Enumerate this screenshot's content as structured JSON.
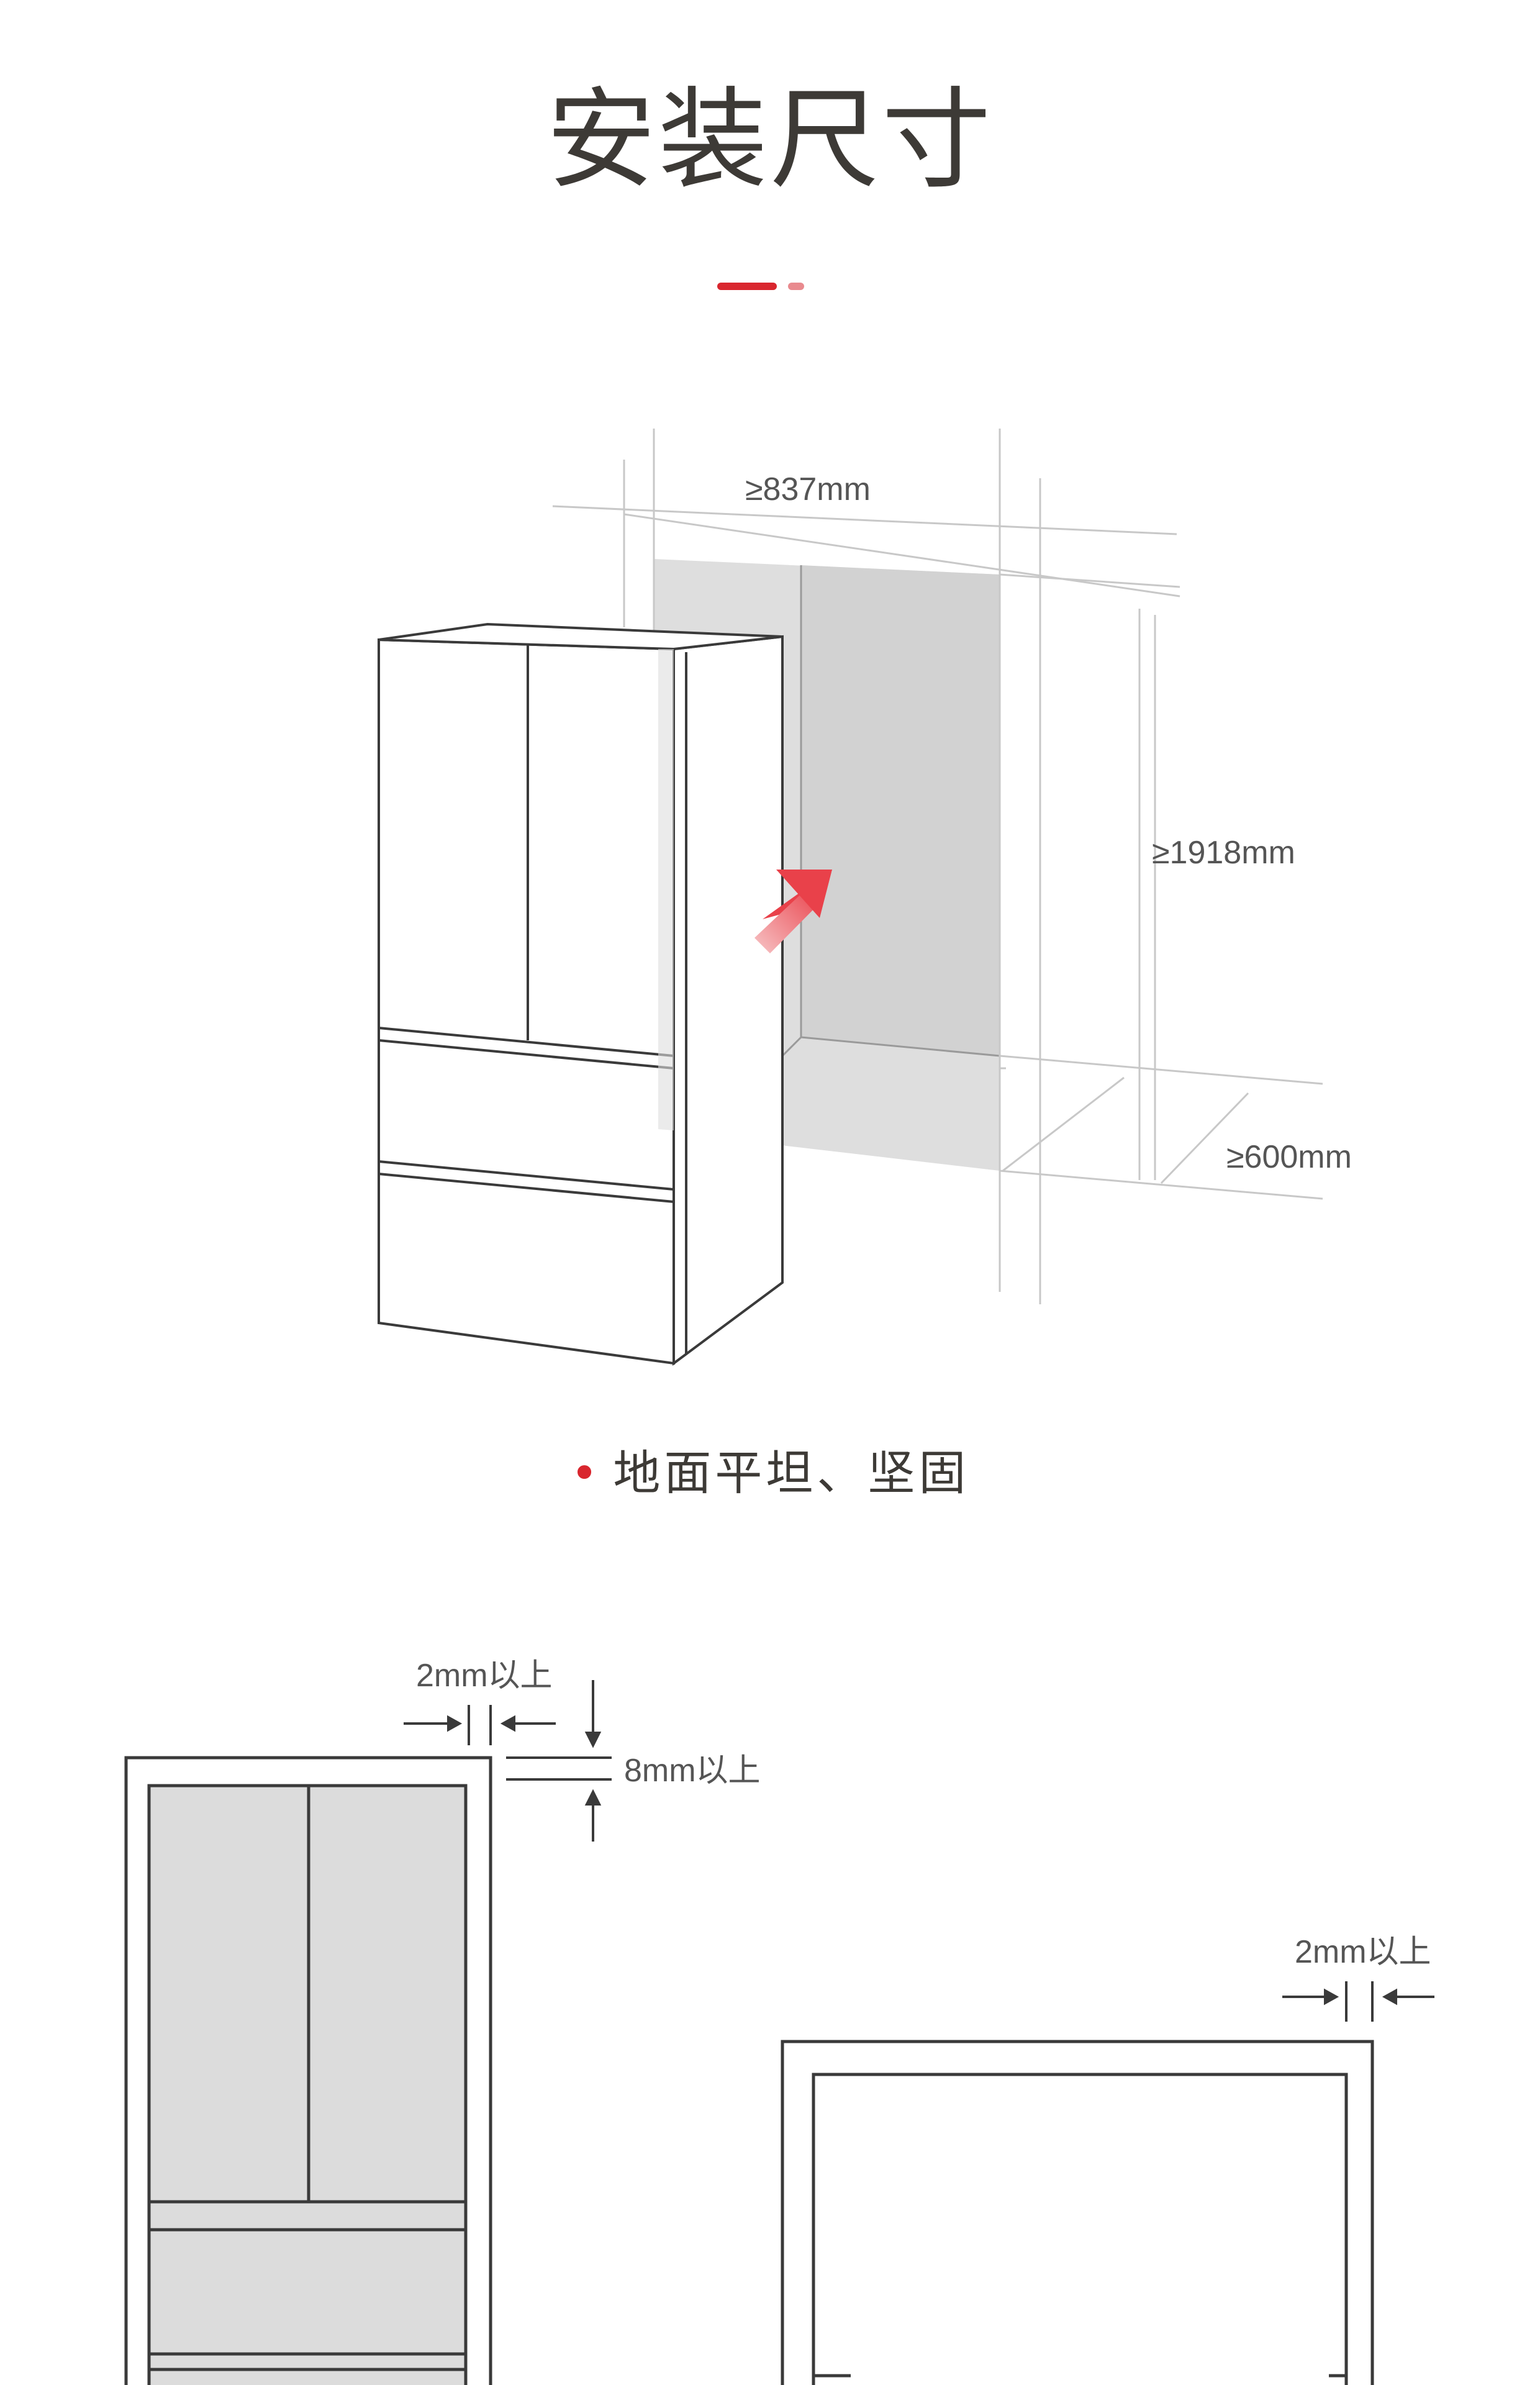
{
  "title": "安装尺寸",
  "colors": {
    "accent": "#d9262e",
    "accent_light": "#e98a8e",
    "line": "#3a3a3a",
    "cavity": "#dcdcdc",
    "text": "#3d3a36"
  },
  "top_diagram": {
    "width_label": "≥837mm",
    "height_label": "≥1918mm",
    "depth_label": "≥600mm",
    "arrow_icon": "insert-arrow"
  },
  "note": {
    "bullet": "•",
    "text": "地面平坦、坚固"
  },
  "front_view": {
    "side_gap_label": "2mm以上",
    "top_gap_label": "8mm以上"
  },
  "side_view": {
    "back_gap_label": "2mm以上"
  }
}
